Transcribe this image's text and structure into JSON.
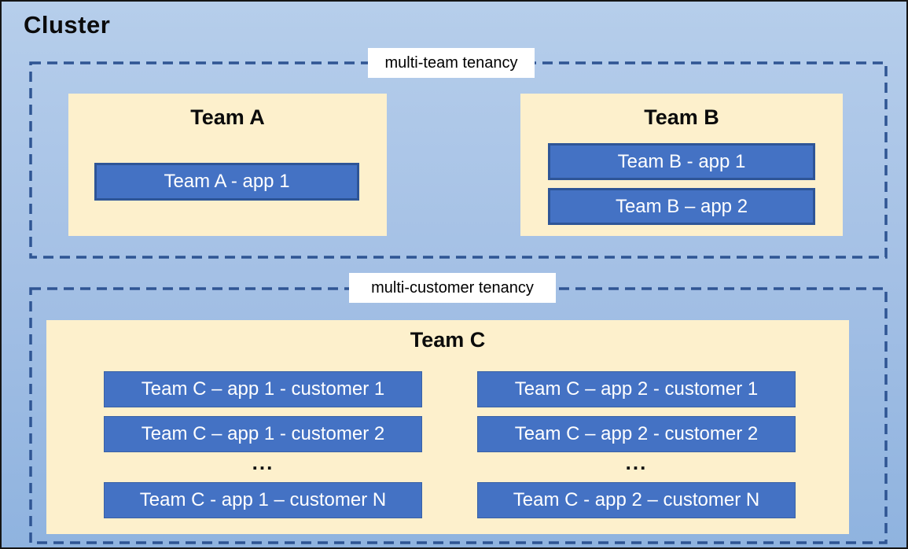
{
  "title": "Cluster",
  "multi_team": {
    "label": "multi-team tenancy",
    "team_a": {
      "title": "Team A",
      "app1": "Team A - app 1"
    },
    "team_b": {
      "title": "Team B",
      "app1": "Team B - app 1",
      "app2": "Team B – app 2"
    }
  },
  "multi_customer": {
    "label": "multi-customer tenancy",
    "team_c": {
      "title": "Team C",
      "col1": {
        "row1": "Team C – app 1 - customer 1",
        "row2": "Team C – app 1 - customer 2",
        "dots": "...",
        "rowN": "Team C - app 1 – customer N"
      },
      "col2": {
        "row1": "Team C – app 2 - customer 1",
        "row2": "Team C – app 2 - customer 2",
        "dots": "...",
        "rowN": "Team C - app 2 – customer N"
      }
    }
  },
  "colors": {
    "background_top": "#B6CEEB",
    "background_bottom": "#8FB3DF",
    "team_box_fill": "#FDF0CC",
    "app_box_fill": "#4472C4",
    "app_box_border": "#2E5597",
    "dashed_border": "#2F5593",
    "label_background": "#FFFFFF",
    "title_text": "#000000",
    "app_text": "#FFFFFF"
  }
}
